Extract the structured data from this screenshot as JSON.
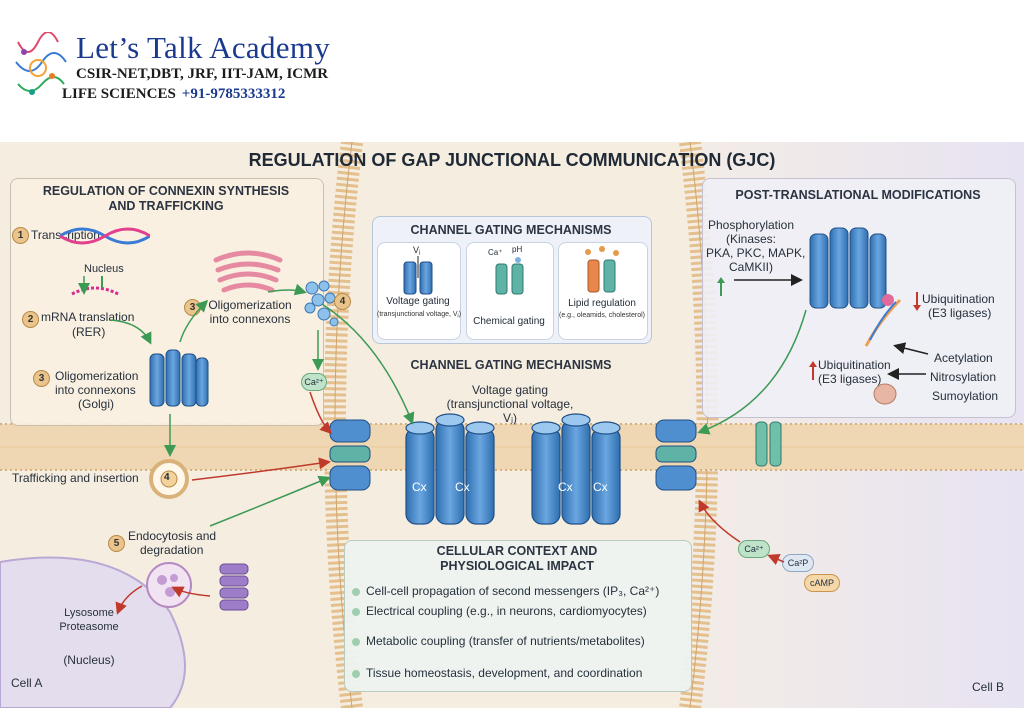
{
  "header": {
    "brand_name": "Let’s Talk Academy",
    "brand_line1": "CSIR-NET,DBT, JRF, IIT-JAM, ICMR",
    "brand_line2": "LIFE SCIENCES",
    "brand_phone": "+91-9785333312"
  },
  "figure": {
    "title": "REGULATION OF GAP JUNCTIONAL COMMUNICATION (GJC)",
    "cell_a": "Cell A",
    "cell_b": "Cell B",
    "synthesis": {
      "title_line1": "REGULATION OF CONNEXIN SYNTHESIS",
      "title_line2": "AND TRAFFICKING",
      "steps": {
        "s1_num": "1",
        "s1_label": "Transcription",
        "nucleus": "Nucleus",
        "s2_num": "2",
        "s2_label": "mRNA translation",
        "s2_sub": "(RER)",
        "s3_num": "3",
        "s3_label": "Oligomerization",
        "s3_label2": "into connexons",
        "s3_sub": "(Golgi)",
        "s3b_num": "3",
        "s3b_label": "Oligomerization",
        "s3b_label2": "into connexons",
        "s4_num": "4",
        "s4_label": "Trafficking and insertion",
        "s4b_num": "4",
        "s5_num": "5",
        "s5_label": "Endocytosis and",
        "s5_label2": "degradation",
        "ca_ion": "Ca²⁺",
        "lysosome": "Lysosome",
        "proteasome": "Proteasome",
        "nucleus_paren": "(Nucleus)"
      }
    },
    "gating_box": {
      "title": "CHANNEL GATING MECHANISMS",
      "voltage": "Voltage gating",
      "voltage_sub": "(transjunctional voltage, Vⱼ)",
      "vj": "Vⱼ",
      "chemical": "Chemical gating",
      "chem_ca": "Ca⁺",
      "chem_ph": "pH",
      "lipid": "Lipid regulation",
      "lipid_sub": "(e.g., oleamids, cholesterol)"
    },
    "gating_center": {
      "title": "CHANNEL GATING MECHANISMS",
      "line1": "Voltage gating",
      "line2": "(transjunctional voltage,",
      "line3": "Vⱼ)",
      "cx1": "Cx",
      "cx2": "Cx",
      "cx3": "Cx",
      "cx4": "Cx"
    },
    "ptm": {
      "title": "POST-TRANSLATIONAL MODIFICATIONS",
      "phos": "Phosphorylation",
      "phos2": "(Kinases:",
      "phos3": "PKA, PKC, MAPK,",
      "phos4": "CaMKII)",
      "ubiq1": "Ubiquitination",
      "ubiq1_sub": "(E3 ligases)",
      "ubiq2": "Ubiquitination",
      "ubiq2_sub": "(E3 ligases)",
      "acet": "Acetylation",
      "nitro": "Nitrosylation",
      "sumo": "Sumoylation",
      "ca_ion": "Ca²⁺",
      "ca_ion2": "Ca²P",
      "camp": "cAMP"
    },
    "context": {
      "title1": "CELLULAR CONTEXT AND",
      "title2": "PHYSIOLOGICAL IMPACT",
      "items": [
        "Cell-cell propagation of second messengers (IP₃, Ca²⁺)",
        "Electrical coupling (e.g., in neurons, cardiomyocytes)",
        "Metabolic coupling (transfer of nutrients/metabolites)",
        "Tissue homeostasis, development, and coordination"
      ]
    }
  },
  "colors": {
    "connexin_blue": "#4f8fcf",
    "membrane": "#e6c79c",
    "cell_a_bg": "#f5ecdf",
    "cell_b_bg": "#ece8f3",
    "arrow_green": "#3d9a55",
    "arrow_red": "#c0392b"
  }
}
